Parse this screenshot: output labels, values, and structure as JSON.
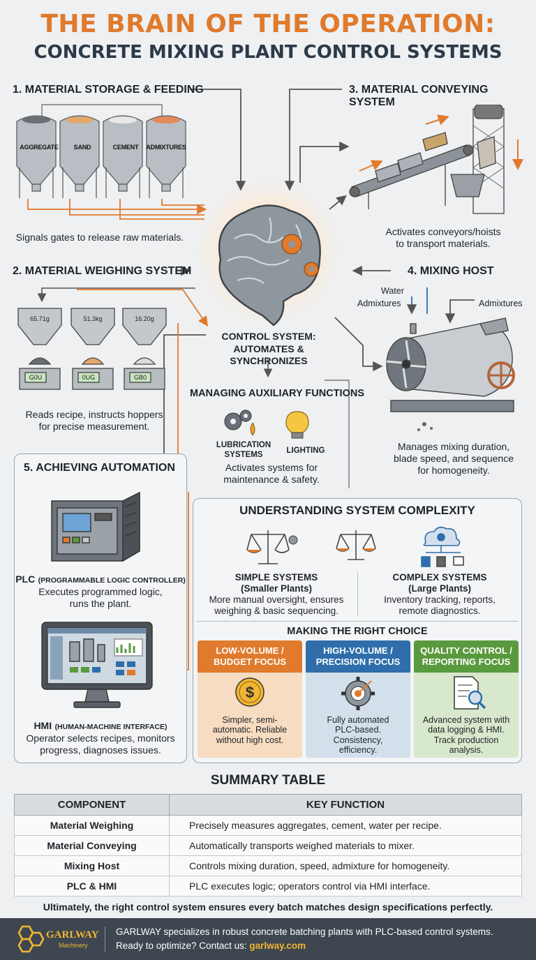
{
  "header": {
    "title_line1": "THE BRAIN OF THE OPERATION:",
    "title_line2": "CONCRETE MIXING PLANT CONTROL SYSTEMS"
  },
  "storage": {
    "heading": "1. MATERIAL STORAGE & FEEDING",
    "tanks": [
      "AGGREGATE",
      "SAND",
      "CEMENT",
      "ADMIXTURES"
    ],
    "caption": "Signals gates to release raw materials."
  },
  "conveying": {
    "heading": "3. MATERIAL CONVEYING SYSTEM",
    "caption_line1": "Activates conveyors/hoists",
    "caption_line2": "to transport materials."
  },
  "weighing": {
    "heading": "2. MATERIAL WEIGHING SYSTEM",
    "readings": [
      "65.71g",
      "51.3kg",
      "16.20g"
    ],
    "displays": [
      "G0U",
      "0UG",
      "GB0"
    ],
    "caption_line1": "Reads recipe, instructs hoppers",
    "caption_line2": "for precise measurement."
  },
  "mixing": {
    "heading": "4. MIXING HOST",
    "input_water": "Water",
    "input_admix_left": "Admixtures",
    "input_admix_right": "Admixtures",
    "caption_line1": "Manages mixing duration,",
    "caption_line2": "blade speed, and sequence",
    "caption_line3": "for homogeneity."
  },
  "control": {
    "label_line1": "CONTROL SYSTEM:",
    "label_line2": "AUTOMATES & SYNCHRONIZES"
  },
  "auxiliary": {
    "heading": "MANAGING AUXILIARY FUNCTIONS",
    "lubrication_line1": "LUBRICATION",
    "lubrication_line2": "SYSTEMS",
    "lighting": "LIGHTING",
    "caption_line1": "Activates systems for",
    "caption_line2": "maintenance & safety."
  },
  "automation": {
    "heading": "5. ACHIEVING AUTOMATION",
    "plc_title": "PLC",
    "plc_sub": "(PROGRAMMABLE LOGIC CONTROLLER)",
    "plc_caption_line1": "Executes programmed logic,",
    "plc_caption_line2": "runs the plant.",
    "hmi_title": "HMI",
    "hmi_sub": "(HUMAN-MACHINE INTERFACE)",
    "hmi_caption_line1": "Operator selects recipes, monitors",
    "hmi_caption_line2": "progress, diagnoses issues."
  },
  "complexity": {
    "heading": "UNDERSTANDING SYSTEM COMPLEXITY",
    "simple_title": "SIMPLE SYSTEMS",
    "simple_sub": "(Smaller Plants)",
    "simple_caption_line1": "More manual oversight, ensures",
    "simple_caption_line2": "weighing & basic sequencing.",
    "complex_title": "COMPLEX SYSTEMS",
    "complex_sub": "(Large Plants)",
    "complex_caption_line1": "Inventory tracking, reports,",
    "complex_caption_line2": "remote diagnostics."
  },
  "choice": {
    "heading": "MAKING THE RIGHT CHOICE",
    "options": [
      {
        "head_line1": "LOW-VOLUME /",
        "head_line2": "BUDGET FOCUS",
        "body": [
          "Simpler, semi-",
          "automatic. Reliable",
          "without high cost."
        ],
        "color": "#e07a2c",
        "bg": "#f7dcc2"
      },
      {
        "head_line1": "HIGH-VOLUME /",
        "head_line2": "PRECISION FOCUS",
        "body": [
          "Fully automated",
          "PLC-based.",
          "Consistency,",
          "efficiency."
        ],
        "color": "#2f6eaa",
        "bg": "#d3e0ec"
      },
      {
        "head_line1": "QUALITY CONTROL /",
        "head_line2": "REPORTING FOCUS",
        "body": [
          "Advanced system with",
          "data logging & HMI.",
          "Track production",
          "analysis."
        ],
        "color": "#5a9a3e",
        "bg": "#d8e8cc"
      }
    ]
  },
  "summary": {
    "heading": "SUMMARY TABLE",
    "col_component": "COMPONENT",
    "col_function": "KEY FUNCTION",
    "rows": [
      {
        "component": "Material Weighing",
        "function": "Precisely measures aggregates, cement, water per recipe."
      },
      {
        "component": "Material Conveying",
        "function": "Automatically transports weighed materials to mixer."
      },
      {
        "component": "Mixing Host",
        "function": "Controls mixing duration, speed, admixture for homogeneity."
      },
      {
        "component": "PLC & HMI",
        "function": "PLC executes logic; operators control via HMI interface."
      }
    ],
    "conclusion": "Ultimately, the right control system ensures every batch matches design specifications perfectly."
  },
  "footer": {
    "logo_name": "GARLWAY",
    "logo_sub": "Machinery",
    "line1": "GARLWAY specializes in robust concrete batching plants with PLC-based control systems.",
    "line2_prefix": "Ready to optimize? Contact us: ",
    "link": "garlway.com"
  },
  "colors": {
    "accent_orange": "#e07a2c",
    "navy": "#2c3a48",
    "blue": "#2f6eaa",
    "green": "#5a9a3e"
  }
}
